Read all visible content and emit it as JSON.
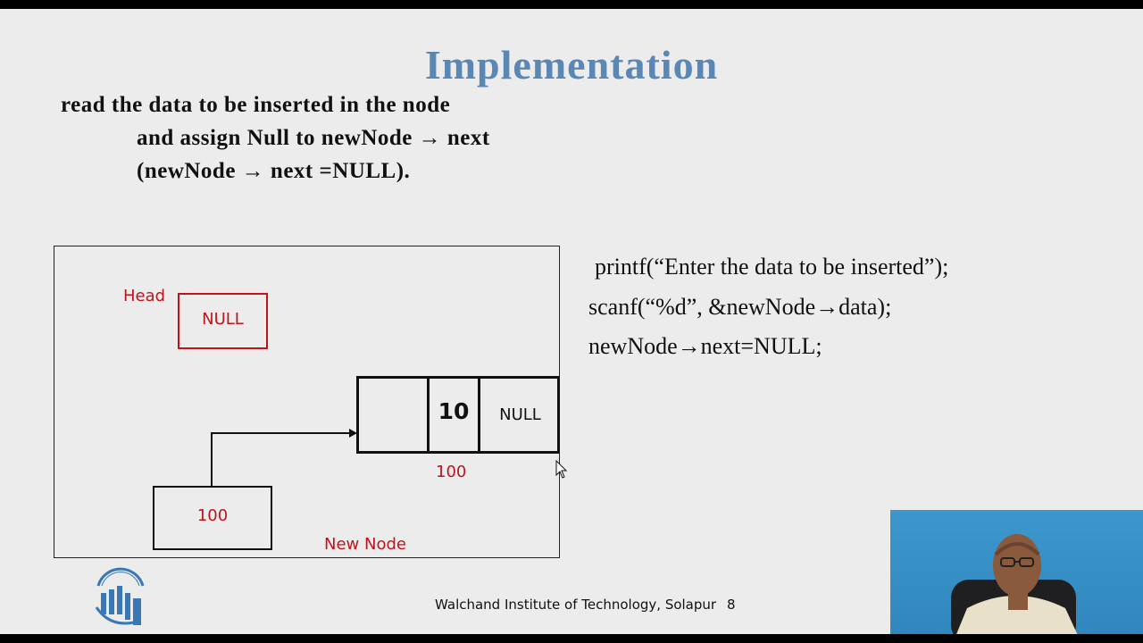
{
  "slide": {
    "title": "Implementation",
    "bullet_lines": [
      "read the data to be inserted in the node",
      "and assign Null to newNode → next",
      "(newNode → next =NULL)."
    ],
    "code_lines": [
      "printf(“Enter the data to be inserted”);",
      "scanf(“%d”, &newNode→data);",
      "newNode→next=NULL;"
    ]
  },
  "diagram": {
    "head_label": "Head",
    "head_value": "NULL",
    "node_data": "10",
    "node_next": "NULL",
    "node_address": "100",
    "pointer_value": "100",
    "new_node_label": "New Node"
  },
  "footer": {
    "institute": "Walchand Institute of Technology, Solapur",
    "page": "8"
  },
  "colors": {
    "title": "#5b87b4",
    "accent_red": "#c0141c",
    "slide_bg": "#ececec",
    "video_bg": "#3592c8"
  },
  "icons": [
    "institute-logo-icon",
    "mouse-cursor-icon",
    "arrow-right-icon"
  ]
}
